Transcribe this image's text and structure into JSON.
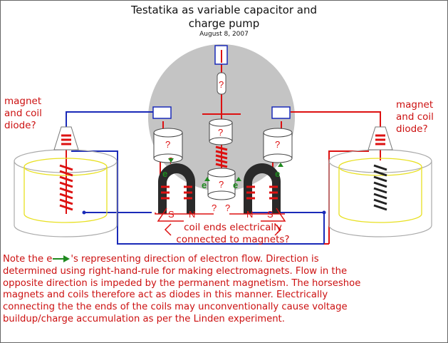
{
  "title": {
    "line1": "Testatika as variable capacitor and",
    "line2": "charge pump",
    "date": "August 8, 2007"
  },
  "labels": {
    "left_line1": "magnet",
    "left_line2": "and coil",
    "left_line3": "diode?",
    "right_line1": "magnet",
    "right_line2": "and coil",
    "right_line3": "diode?",
    "coil_line1": "coil ends electrically",
    "coil_line2": "connected to magnets?",
    "unknown": "?",
    "electron": "e",
    "south": "S",
    "north": "N"
  },
  "note": {
    "line1_prefix": "Note the e",
    "line1_rest": "'s representing direction of electron flow.  Direction is",
    "line2": "determined using right-hand-rule for making electromagnets. Flow in the",
    "line3": "opposite direction is impeded by the permanent magnetism. The horseshoe",
    "line4": "magnets and coils therefore act as diodes in this manner. Electrically",
    "line5": "connecting the the ends of the coils may unconventionally cause voltage",
    "line6": "buildup/charge accumulation as per the Linden experiment."
  },
  "colors": {
    "wire_red": "#dd1111",
    "wire_blue": "#1a2ab8",
    "disc_gray": "#c4c4c4",
    "electron_green": "#1f8a1f",
    "magnet_black": "#2a2a2a",
    "yellow_ring": "#e8e020"
  }
}
